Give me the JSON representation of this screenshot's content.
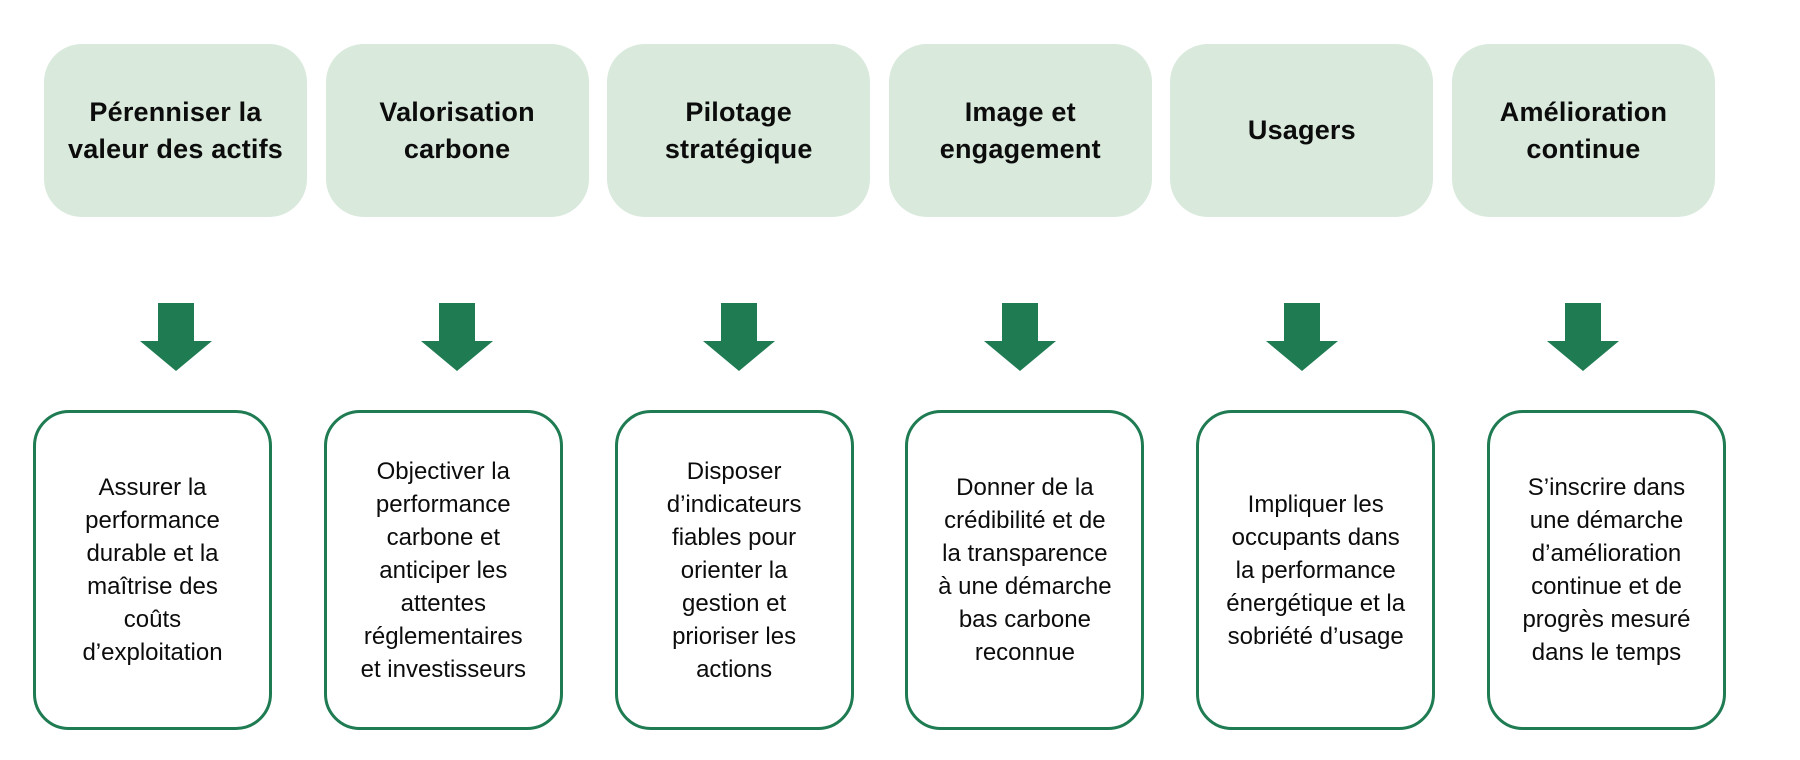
{
  "colors": {
    "header_bg": "#d9e9dc",
    "accent_green": "#1e7b52",
    "text": "#0c0c0c",
    "background": "#ffffff"
  },
  "icons": {
    "arrow": "down-arrow-icon"
  },
  "diagram": {
    "columns": [
      {
        "header": "Pérenniser la\nvaleur des actifs",
        "body": "Assurer la\nperformance\ndurable et la\nmaîtrise des\ncoûts\nd’exploitation"
      },
      {
        "header": "Valorisation\ncarbone",
        "body": "Objectiver la\nperformance\ncarbone et\nanticiper les\nattentes\nréglementaires\net investisseurs"
      },
      {
        "header": "Pilotage\nstratégique",
        "body": "Disposer\nd’indicateurs\nfiables pour\norienter la\ngestion et\nprioriser les\nactions"
      },
      {
        "header": "Image et\nengagement",
        "body": "Donner de la\ncrédibilité et de\nla transparence\nà une démarche\nbas carbone\nreconnue"
      },
      {
        "header": "Usagers",
        "body": "Impliquer les\noccupants dans\nla performance\nénergétique et la\nsobriété d’usage"
      },
      {
        "header": "Amélioration\ncontinue",
        "body": "S’inscrire dans\nune démarche\nd’amélioration\ncontinue et de\nprogrès mesuré\ndans le temps"
      }
    ]
  }
}
